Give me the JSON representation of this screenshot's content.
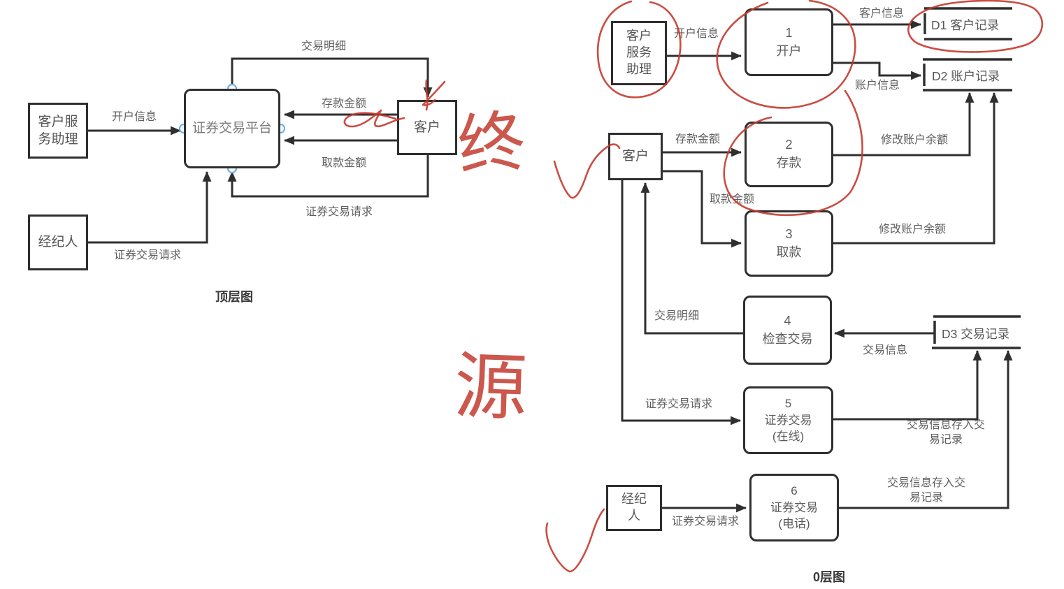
{
  "colors": {
    "line": "#2f2f2f",
    "label_text": "#5f5f5f",
    "annotation_red": "#c43a2e",
    "connection_blue": "#6fb1e4"
  },
  "top_diagram": {
    "caption": "顶层图",
    "entity_csa": "客户服务助理",
    "entity_customer": "客户",
    "entity_broker": "经纪人",
    "process_platform": "证券交易平台",
    "flow_open_account": "开户信息",
    "flow_trade_detail": "交易明细",
    "flow_deposit": "存款金额",
    "flow_withdraw": "取款金额",
    "flow_trade_request_customer": "证券交易请求",
    "flow_trade_request_broker": "证券交易请求"
  },
  "level0_diagram": {
    "caption": "0层图",
    "entity_csa": "客户服务助理",
    "entity_customer": "客户",
    "entity_broker": "经纪人",
    "processes": {
      "p1": {
        "num": "1",
        "name": "开户"
      },
      "p2": {
        "num": "2",
        "name": "存款"
      },
      "p3": {
        "num": "3",
        "name": "取款"
      },
      "p4": {
        "num": "4",
        "name": "检查交易"
      },
      "p5": {
        "num": "5",
        "name": "证券交易",
        "sub": "(在线)"
      },
      "p6": {
        "num": "6",
        "name": "证券交易",
        "sub": "(电话)"
      }
    },
    "stores": {
      "d1": "D1 客户记录",
      "d2": "D2 账户记录",
      "d3": "D3 交易记录"
    },
    "flows": {
      "open_account": "开户信息",
      "customer_info": "客户信息",
      "account_info": "账户信息",
      "deposit": "存款金额",
      "withdraw": "取款金额",
      "update_balance_1": "修改账户余额",
      "update_balance_2": "修改账户余额",
      "trade_detail": "交易明细",
      "trade_info": "交易信息",
      "trade_request_customer": "证券交易请求",
      "store_trade_1": "交易信息存入交易记录",
      "store_trade_2": "交易信息存入交易记录",
      "trade_request_broker": "证券交易请求"
    }
  },
  "annotations": {
    "handwritten_zhong": "终",
    "handwritten_yuan": "源"
  }
}
